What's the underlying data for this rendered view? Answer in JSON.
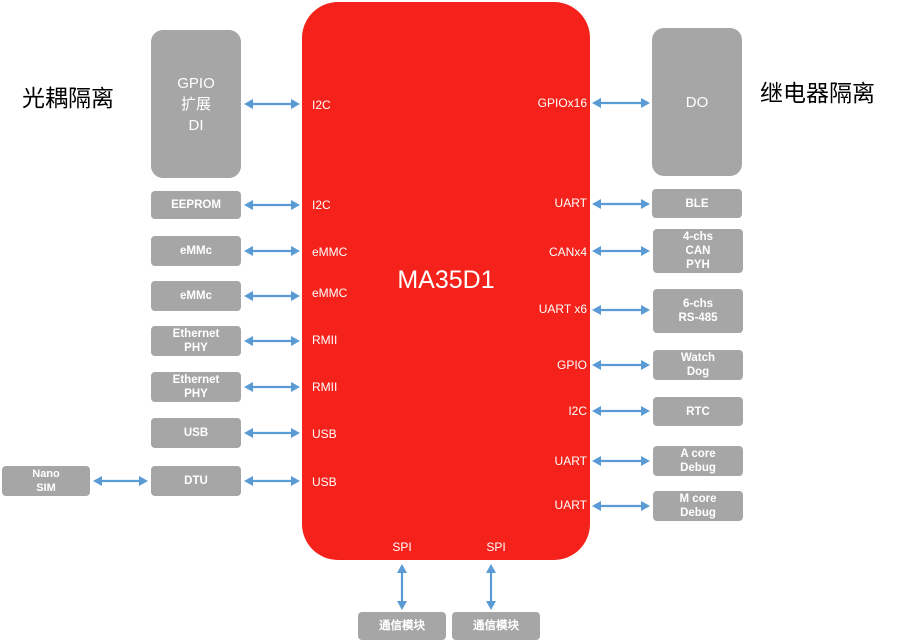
{
  "chip": {
    "title": "MA35D1",
    "color": "#f4221a"
  },
  "side_labels": {
    "left": "光耦隔离",
    "right": "继电器隔离"
  },
  "box_color": "#a6a6a6",
  "arrow_color": "#5b9bd5",
  "left_blocks": [
    {
      "id": "gpio-expansion",
      "label": "GPIO\n扩展\nDI",
      "port": "I2C"
    },
    {
      "id": "eeprom",
      "label": "EEPROM",
      "port": "I2C"
    },
    {
      "id": "emmc-1",
      "label": "eMMc",
      "port": "eMMC"
    },
    {
      "id": "emmc-2",
      "label": "eMMc",
      "port": "eMMC"
    },
    {
      "id": "ethernet-phy-1",
      "label": "Ethernet\nPHY",
      "port": "RMII"
    },
    {
      "id": "ethernet-phy-2",
      "label": "Ethernet\nPHY",
      "port": "RMII"
    },
    {
      "id": "usb",
      "label": "USB",
      "port": "USB"
    },
    {
      "id": "dtu",
      "label": "DTU",
      "port": "USB"
    }
  ],
  "nano_sim": {
    "label": "Nano\nSIM"
  },
  "right_blocks": [
    {
      "id": "do",
      "label": "DO",
      "port": "GPIOx16"
    },
    {
      "id": "ble",
      "label": "BLE",
      "port": "UART"
    },
    {
      "id": "can",
      "label": "4-chs\nCAN\nPYH",
      "port": "CANx4"
    },
    {
      "id": "rs485",
      "label": "6-chs\nRS-485",
      "port": "UART x6"
    },
    {
      "id": "watchdog",
      "label": "Watch\nDog",
      "port": "GPIO"
    },
    {
      "id": "rtc",
      "label": "RTC",
      "port": "I2C"
    },
    {
      "id": "a-core-debug",
      "label": "A core\nDebug",
      "port": "UART"
    },
    {
      "id": "m-core-debug",
      "label": "M core\nDebug",
      "port": "UART"
    }
  ],
  "bottom_blocks": [
    {
      "id": "comm-module-1",
      "label": "通信模块",
      "port": "SPI"
    },
    {
      "id": "comm-module-2",
      "label": "通信模块",
      "port": "SPI"
    }
  ]
}
